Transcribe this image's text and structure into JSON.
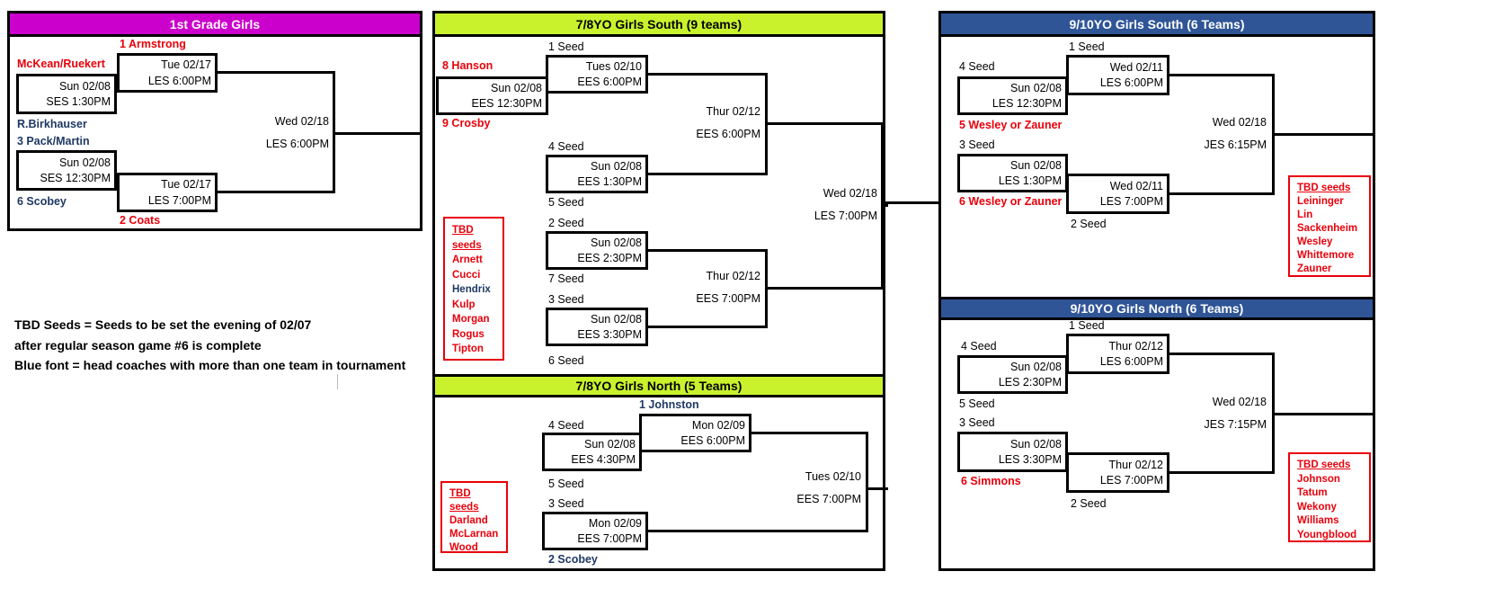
{
  "colors": {
    "grade1_header_bg": "#cc00cc",
    "yo78_header_bg": "#c9f22d",
    "yo910_header_bg": "#2f5597",
    "red_text": "#e8000b",
    "navy_text": "#1f3864"
  },
  "notes": {
    "line1": "TBD Seeds = Seeds to be set the evening of 02/07",
    "line2": "after regular season game #6 is complete",
    "line3": "Blue font = head coaches with more than one team in tournament"
  },
  "brackets": {
    "grade1": {
      "title": "1st Grade Girls",
      "teams": {
        "armstrong": "1 Armstrong",
        "mckean": "McKean/Ruekert",
        "birkhauser": "R.Birkhauser",
        "pack": "3 Pack/Martin",
        "scobey": "6 Scobey",
        "coats": "2 Coats"
      },
      "games": {
        "g1": {
          "date": "Sun 02/08",
          "time": "SES 1:30PM"
        },
        "g2": {
          "date": "Sun 02/08",
          "time": "SES 12:30PM"
        },
        "sf1": {
          "date": "Tue 02/17",
          "time": "LES 6:00PM"
        },
        "sf2": {
          "date": "Tue 02/17",
          "time": "LES 7:00PM"
        },
        "final": {
          "date": "Wed 02/18",
          "time": "LES 6:00PM"
        }
      }
    },
    "south78": {
      "title": "7/8YO Girls South (9 teams)",
      "labels": {
        "seed1": "1 Seed",
        "hanson": "8 Hanson",
        "crosby": "9 Crosby",
        "seed4": "4 Seed",
        "seed5": "5 Seed",
        "seed2": "2 Seed",
        "seed7": "7 Seed",
        "seed3": "3 Seed",
        "seed6": "6 Seed"
      },
      "games": {
        "g1": {
          "date": "Sun 02/08",
          "time": "EES 12:30PM"
        },
        "r2": {
          "date": "Tues 02/10",
          "time": "EES 6:00PM"
        },
        "g2": {
          "date": "Sun 02/08",
          "time": "EES 1:30PM"
        },
        "g3": {
          "date": "Sun 02/08",
          "time": "EES 2:30PM"
        },
        "g4": {
          "date": "Sun 02/08",
          "time": "EES 3:30PM"
        },
        "sf1": {
          "date": "Thur 02/12",
          "time": "EES 6:00PM"
        },
        "sf2": {
          "date": "Thur 02/12",
          "time": "EES 7:00PM"
        },
        "final": {
          "date": "Wed 02/18",
          "time": "LES 7:00PM"
        }
      },
      "tbd": {
        "title": "TBD seeds",
        "items": [
          "Arnett",
          "Cucci",
          "Hendrix",
          "Kulp",
          "Morgan",
          "Rogus",
          "Tipton"
        ]
      }
    },
    "north78": {
      "title": "7/8YO Girls North (5 Teams)",
      "labels": {
        "johnston": "1 Johnston",
        "seed4": "4 Seed",
        "seed5": "5 Seed",
        "seed3": "3 Seed",
        "scobey": "2 Scobey"
      },
      "games": {
        "g1": {
          "date": "Sun 02/08",
          "time": "EES 4:30PM"
        },
        "r2": {
          "date": "Mon 02/09",
          "time": "EES 6:00PM"
        },
        "g2": {
          "date": "Mon 02/09",
          "time": "EES 7:00PM"
        },
        "final": {
          "date": "Tues 02/10",
          "time": "EES 7:00PM"
        }
      },
      "tbd": {
        "title": "TBD seeds",
        "items": [
          "Darland",
          "McLarnan",
          "Wood"
        ]
      }
    },
    "south910": {
      "title": "9/10YO Girls South (6 Teams)",
      "labels": {
        "seed1": "1 Seed",
        "seed4": "4 Seed",
        "wesley5": "5 Wesley or Zauner",
        "seed3": "3 Seed",
        "wesley6": "6 Wesley or Zauner",
        "seed2": "2 Seed"
      },
      "games": {
        "g1": {
          "date": "Sun 02/08",
          "time": "LES 12:30PM"
        },
        "r2a": {
          "date": "Wed 02/11",
          "time": "LES 6:00PM"
        },
        "g2": {
          "date": "Sun 02/08",
          "time": "LES 1:30PM"
        },
        "r2b": {
          "date": "Wed 02/11",
          "time": "LES 7:00PM"
        },
        "final": {
          "date": "Wed 02/18",
          "time": "JES 6:15PM"
        }
      },
      "tbd": {
        "title": "TBD seeds",
        "items": [
          "Leininger",
          "Lin",
          "Sackenheim",
          "Wesley",
          "Whittemore",
          "Zauner"
        ]
      }
    },
    "north910": {
      "title": "9/10YO Girls North (6 Teams)",
      "labels": {
        "seed1": "1 Seed",
        "seed4": "4 Seed",
        "seed5": "5 Seed",
        "seed3": "3 Seed",
        "simmons": "6 Simmons",
        "seed2": "2 Seed"
      },
      "games": {
        "g1": {
          "date": "Sun 02/08",
          "time": "LES 2:30PM"
        },
        "r2a": {
          "date": "Thur 02/12",
          "time": "LES 6:00PM"
        },
        "g2": {
          "date": "Sun 02/08",
          "time": "LES 3:30PM"
        },
        "r2b": {
          "date": "Thur 02/12",
          "time": "LES 7:00PM"
        },
        "final": {
          "date": "Wed 02/18",
          "time": "JES 7:15PM"
        }
      },
      "tbd": {
        "title": "TBD seeds",
        "items": [
          "Johnson",
          "Tatum",
          "Wekony",
          "Williams",
          "Youngblood"
        ]
      }
    }
  }
}
